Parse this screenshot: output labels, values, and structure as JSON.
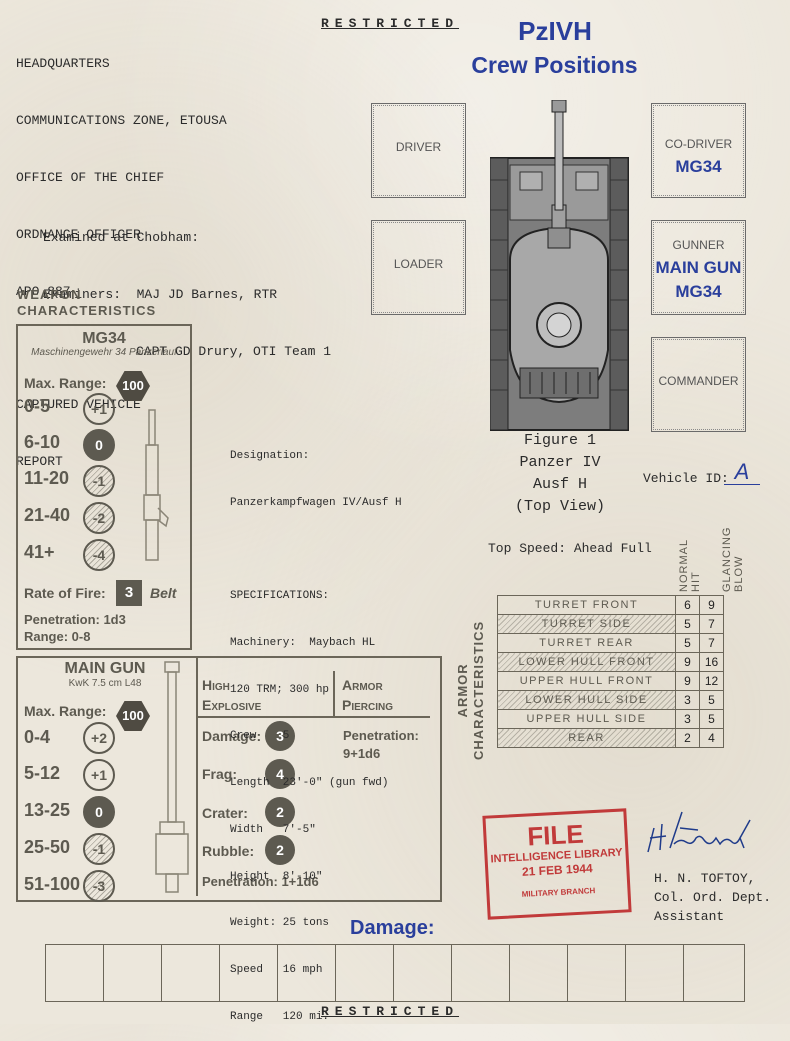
{
  "header": {
    "lines": [
      "HEADQUARTERS",
      "COMMUNICATIONS ZONE, ETOUSA",
      "OFFICE OF THE CHIEF",
      "ORDNANCE OFFICER",
      "APO 887"
    ],
    "report_lines": [
      "CAPTURED VEHICLE",
      "REPORT"
    ],
    "examined": "Examined at Chobham:",
    "examiners_label": "Examiners:",
    "examiner1": "MAJ JD Barnes, RTR",
    "examiner2": "CAPT GD Drury, OTI Team 1",
    "restricted": "RESTRICTED"
  },
  "title": {
    "line1": "PzIVH",
    "line2": "Crew Positions"
  },
  "crew": {
    "driver": "DRIVER",
    "loader": "LOADER",
    "co_driver": "CO-DRIVER",
    "co_driver_weapon": "MG34",
    "gunner": "GUNNER",
    "gunner_weapon1": "MAIN GUN",
    "gunner_weapon2": "MG34",
    "commander": "COMMANDER"
  },
  "figure": {
    "line1": "Figure 1",
    "line2": "Panzer IV",
    "line3": "Ausf H",
    "line4": "(Top View)"
  },
  "vehicle_id": {
    "label": "Vehicle ID:",
    "value": "A"
  },
  "top_speed": "Top Speed: Ahead Full",
  "weapon_section_title": [
    "WEAPON",
    "CHARACTERISTICS"
  ],
  "mg34": {
    "name": "MG34",
    "subtitle": "Maschinengewehr 34 Panzerlauf",
    "max_range_label": "Max. Range:",
    "max_range": "100",
    "ranges": [
      {
        "range": "0-5",
        "mod": "+1",
        "style": "outline"
      },
      {
        "range": "6-10",
        "mod": "0",
        "style": "filled"
      },
      {
        "range": "11-20",
        "mod": "-1",
        "style": "hatch"
      },
      {
        "range": "21-40",
        "mod": "-2",
        "style": "hatch"
      },
      {
        "range": "41+",
        "mod": "-4",
        "style": "hatch"
      }
    ],
    "rate_label": "Rate of Fire:",
    "rate": "3",
    "rate_type": "Belt",
    "penetration": "Penetration: 1d3",
    "range": "Range: 0-8"
  },
  "main_gun": {
    "name": "MAIN GUN",
    "subtitle": "KwK 7.5 cm L48",
    "max_range_label": "Max. Range:",
    "max_range": "100",
    "ranges": [
      {
        "range": "0-4",
        "mod": "+2",
        "style": "outline"
      },
      {
        "range": "5-12",
        "mod": "+1",
        "style": "outline"
      },
      {
        "range": "13-25",
        "mod": "0",
        "style": "filled"
      },
      {
        "range": "25-50",
        "mod": "-1",
        "style": "hatch"
      },
      {
        "range": "51-100",
        "mod": "-3",
        "style": "hatch"
      }
    ],
    "he_title1": "High",
    "he_title2": "Explosive",
    "ap_title1": "Armor",
    "ap_title2": "Piercing",
    "he": [
      {
        "label": "Damage:",
        "value": "3"
      },
      {
        "label": "Frag:",
        "value": "4"
      },
      {
        "label": "Crater:",
        "value": "2"
      },
      {
        "label": "Rubble:",
        "value": "2"
      }
    ],
    "he_penetration": "Penetration: 1+1d6",
    "ap_penetration_label": "Penetration:",
    "ap_penetration": "9+1d6"
  },
  "specs": {
    "designation_label": "Designation:",
    "designation": "Panzerkampfwagen IV/Ausf H",
    "spec_label": "SPECIFICATIONS:",
    "lines": [
      "Machinery:  Maybach HL",
      "120 TRM; 300 hp",
      "Crew    5",
      "Length  23'-0\" (gun fwd)",
      "Width   7'-5\"",
      "Height  8'-10\"",
      "Weight: 25 tons",
      "Speed   16 mph",
      "Range   120 mi."
    ]
  },
  "armor": {
    "section_title": [
      "ARMOR",
      "CHARACTERISTICS"
    ],
    "col_normal": "NORMAL HIT",
    "col_glancing": "GLANCING BLOW",
    "rows": [
      {
        "name": "TURRET FRONT",
        "normal": "6",
        "glancing": "9",
        "hatched": false
      },
      {
        "name": "TURRET SIDE",
        "normal": "5",
        "glancing": "7",
        "hatched": true
      },
      {
        "name": "TURRET REAR",
        "normal": "5",
        "glancing": "7",
        "hatched": false
      },
      {
        "name": "LOWER HULL FRONT",
        "normal": "9",
        "glancing": "16",
        "hatched": true
      },
      {
        "name": "UPPER HULL FRONT",
        "normal": "9",
        "glancing": "12",
        "hatched": false
      },
      {
        "name": "LOWER HULL SIDE",
        "normal": "3",
        "glancing": "5",
        "hatched": true
      },
      {
        "name": "UPPER HULL SIDE",
        "normal": "3",
        "glancing": "5",
        "hatched": false
      },
      {
        "name": "REAR",
        "normal": "2",
        "glancing": "4",
        "hatched": true
      }
    ]
  },
  "stamp": {
    "file": "FILE",
    "line1": "INTELLIGENCE LIBRARY",
    "line2": "21 FEB 1944",
    "line3": "MILITARY BRANCH"
  },
  "signature": {
    "sig": "H. N. Toftoy",
    "name": "H. N. TOFTOY,",
    "title": "Col. Ord. Dept.",
    "role": "Assistant"
  },
  "damage_label": "Damage:",
  "colors": {
    "ink_blue": "#2a3f9c",
    "olive": "#5d5a50",
    "stamp_red": "#c13a3a"
  }
}
